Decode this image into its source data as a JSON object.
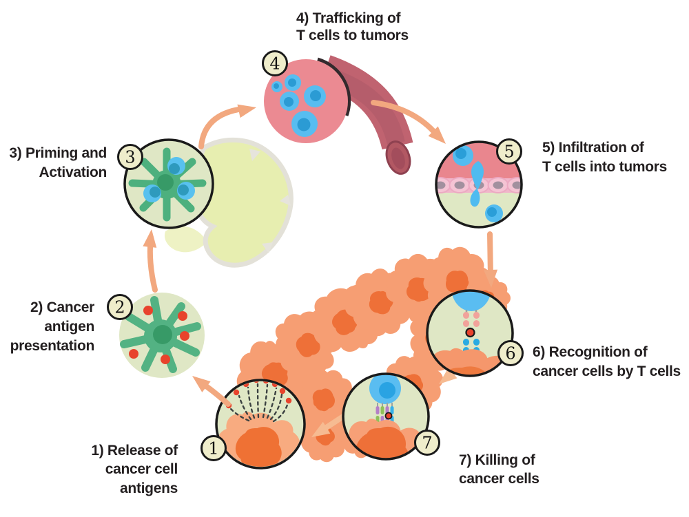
{
  "steps": [
    {
      "num": "1",
      "label_lines": [
        "1) Release of",
        "cancer cell",
        "antigens"
      ]
    },
    {
      "num": "2",
      "label_lines": [
        "2) Cancer",
        "antigen",
        "presentation"
      ]
    },
    {
      "num": "3",
      "label_lines": [
        "3) Priming and",
        "Activation"
      ]
    },
    {
      "num": "4",
      "label_lines": [
        "4) Trafficking of",
        "T cells to tumors"
      ]
    },
    {
      "num": "5",
      "label_lines": [
        "5) Infiltration of",
        "T cells into tumors"
      ]
    },
    {
      "num": "6",
      "label_lines": [
        "6) Recognition of",
        "cancer cells by T cells"
      ]
    },
    {
      "num": "7",
      "label_lines": [
        "7) Killing of",
        "cancer cells"
      ]
    }
  ],
  "colors": {
    "text": "#231f20",
    "arrow": "#f2a87f",
    "arrow_light": "#f6bb92",
    "circle_bg_green": "#dfe7c5",
    "circle_bg_pink": "#eb8a92",
    "circle_outline": "#1a1a1a",
    "badge_bg": "#efedcb",
    "badge_border": "#1a1a1a",
    "dendritic_cell": "#53b283",
    "dendritic_nucleus": "#379a67",
    "t_cell": "#58bdf0",
    "t_cell_nucleus": "#2b9bd4",
    "tumor_cell": "#f69e73",
    "tumor_nucleus": "#ee7038",
    "dying_cell": "#f8ab80",
    "antigen_red": "#e8432c",
    "vessel": "#c06370",
    "vessel_cap": "#a34d5c",
    "endothelium_band": "#f0b6ca",
    "endothelium_cell": "#f5c4d4",
    "endothelium_nucleus": "#a2909e",
    "infiltration_pink": "#e9868e",
    "lymph_node": "#e7eeb0",
    "lymph_node_outline": "#e3e1d8",
    "receptor_pink": "#f2a29b",
    "receptor_blue": "#2aabe2",
    "receptor_purple": "#b47fc8",
    "receptor_green": "#8fc05a",
    "receptor_stem": "#9aa3a3"
  }
}
